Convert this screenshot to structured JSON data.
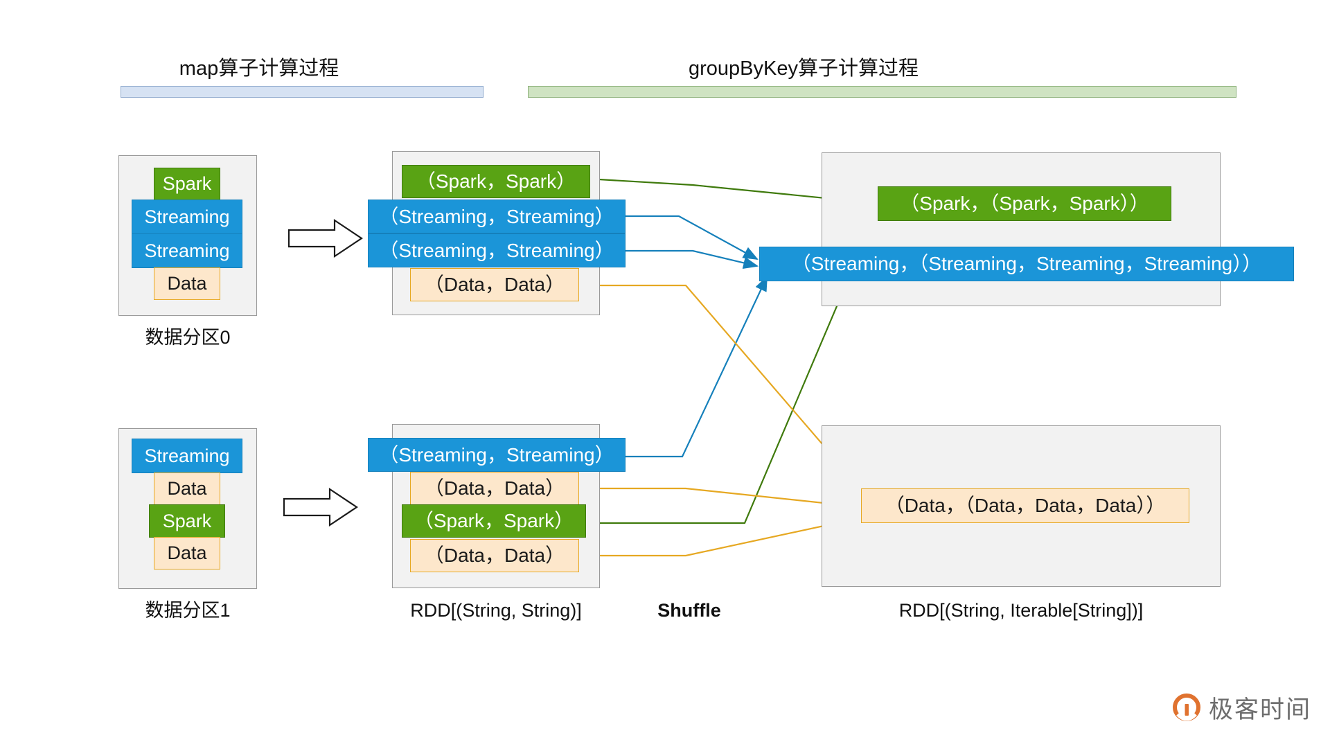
{
  "diagram": {
    "title_left": "map算子计算过程",
    "title_right": "groupByKey算子计算过程",
    "colors": {
      "green": "#59a314",
      "blue": "#1b95d8",
      "orange": "#fde7cb",
      "orange_border": "#e6a822",
      "panel_bg": "#f2f2f2",
      "panel_border": "#9a9a9a",
      "header_blue": "#d6e2f3",
      "header_green": "#cfe3c2",
      "arrow_green": "#3f7a0c",
      "arrow_blue": "#1580bb",
      "arrow_orange": "#e6a822",
      "watermark_orange": "#e0722f"
    },
    "partition0": {
      "caption": "数据分区0",
      "items": [
        {
          "label": "Spark",
          "color": "green"
        },
        {
          "label": "Streaming",
          "color": "blue"
        },
        {
          "label": "Streaming",
          "color": "blue"
        },
        {
          "label": "Data",
          "color": "orange"
        }
      ]
    },
    "partition1": {
      "caption": "数据分区1",
      "items": [
        {
          "label": "Streaming",
          "color": "blue"
        },
        {
          "label": "Data",
          "color": "orange"
        },
        {
          "label": "Spark",
          "color": "green"
        },
        {
          "label": "Data",
          "color": "orange"
        }
      ]
    },
    "rdd_map": {
      "caption": "RDD[(String, String)]",
      "block0": [
        {
          "label": "（Spark，Spark）",
          "color": "green"
        },
        {
          "label": "（Streaming，Streaming）",
          "color": "blue"
        },
        {
          "label": "（Streaming，Streaming）",
          "color": "blue"
        },
        {
          "label": "（Data，Data）",
          "color": "orange"
        }
      ],
      "block1": [
        {
          "label": "（Streaming，Streaming）",
          "color": "blue"
        },
        {
          "label": "（Data，Data）",
          "color": "orange"
        },
        {
          "label": "（Spark，Spark）",
          "color": "green"
        },
        {
          "label": "（Data，Data）",
          "color": "orange"
        }
      ]
    },
    "shuffle_label": "Shuffle",
    "rdd_group": {
      "caption": "RDD[(String, Iterable[String])]",
      "block0": [
        {
          "label": "（Spark，（Spark，Spark））",
          "color": "green"
        },
        {
          "label": "（Streaming，（Streaming，Streaming，Streaming））",
          "color": "blue"
        }
      ],
      "block1": [
        {
          "label": "（Data，（Data，Data，Data））",
          "color": "orange"
        }
      ]
    },
    "watermark": {
      "text": "极客时间"
    }
  }
}
